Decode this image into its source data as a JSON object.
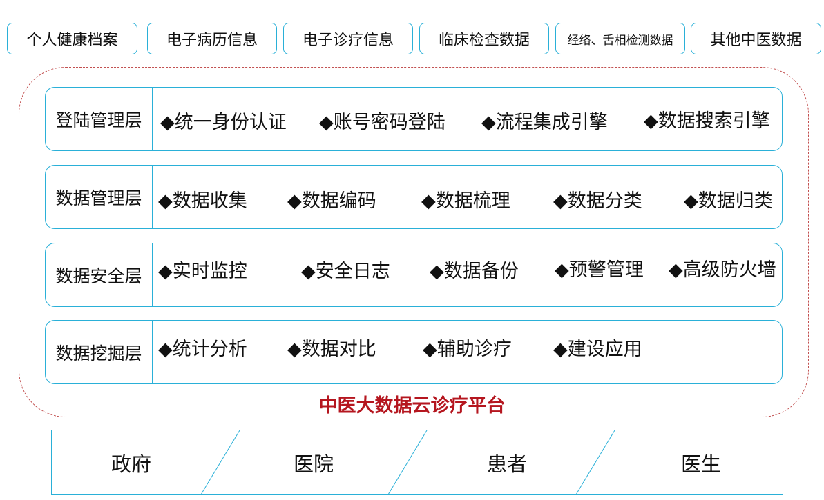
{
  "top_tabs": [
    "个人健康档案",
    "电子病历信息",
    "电子诊疗信息",
    "临床检查数据",
    "经络、舌相检测数据",
    "其他中医数据"
  ],
  "layers": [
    {
      "name": "登陆管理层",
      "items": [
        "◆统一身份认证",
        "◆账号密码登陆",
        "◆流程集成引擎",
        "◆数据搜索引擎"
      ]
    },
    {
      "name": "数据管理层",
      "items": [
        "◆数据收集",
        "◆数据编码",
        "◆数据梳理",
        "◆数据分类",
        "◆数据归类"
      ]
    },
    {
      "name": "数据安全层",
      "items": [
        "◆实时监控",
        "◆安全日志",
        "◆数据备份",
        "◆预警管理",
        "◆高级防火墙"
      ]
    },
    {
      "name": "数据挖掘层",
      "items": [
        "◆统计分析",
        "◆数据对比",
        "◆辅助诊疗",
        "◆建设应用"
      ]
    }
  ],
  "platform_title": "中医大数据云诊疗平台",
  "users": [
    "政府",
    "医院",
    "患者",
    "医生"
  ],
  "colors": {
    "border": "#2ab0d8",
    "title": "#b5161f",
    "dashed": "#c25050"
  }
}
